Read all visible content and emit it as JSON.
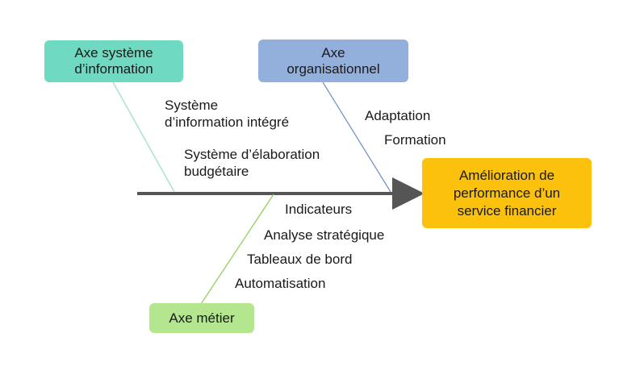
{
  "diagram": {
    "axes": {
      "systeme_information": "Axe système\nd’information",
      "organisationnel": "Axe\norganisationnel",
      "metier": "Axe métier"
    },
    "result": "Amélioration de\nperformance d’un\nservice financier",
    "labels": {
      "systeme_integre": "Système\nd’information intégré",
      "elaboration_budgetaire": "Système d’élaboration\nbudgétaire",
      "adaptation": "Adaptation",
      "formation": "Formation",
      "indicateurs": "Indicateurs",
      "analyse_strategique": "Analyse stratégique",
      "tableaux_de_bord": "Tableaux de bord",
      "automatisation": "Automatisation"
    },
    "colors": {
      "axe_si": "#6fd9c2",
      "axe_org": "#93afdc",
      "axe_metier": "#b4e68f",
      "result": "#fbc10d",
      "spine": "#555555"
    }
  }
}
